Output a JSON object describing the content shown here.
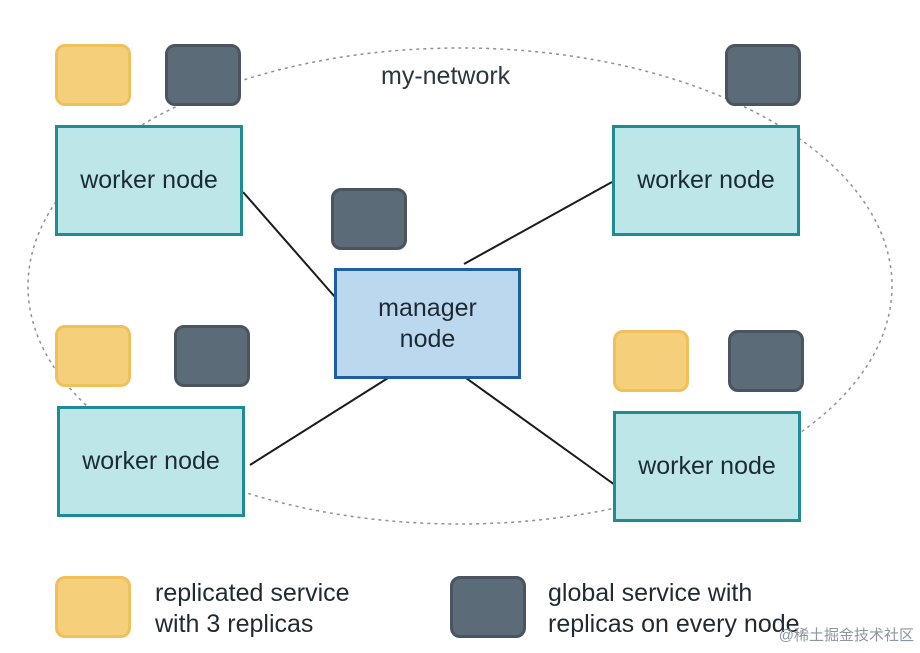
{
  "network": {
    "label": "my-network"
  },
  "nodes": {
    "worker_top_left": "worker node",
    "worker_top_right": "worker node",
    "worker_bottom_left": "worker node",
    "worker_bottom_right": "worker node",
    "manager": "manager\nnode"
  },
  "legend": {
    "replicated": "replicated service\nwith 3 replicas",
    "global": "global service with\nreplicas on every node"
  },
  "colors": {
    "replicated_fill": "#f5cf7a",
    "global_fill": "#5c6b78",
    "worker_fill": "#bde6e8",
    "worker_border": "#1f8c94",
    "manager_fill": "#bcd8ef",
    "manager_border": "#1e5fa0"
  },
  "watermark": "@稀土掘金技术社区"
}
